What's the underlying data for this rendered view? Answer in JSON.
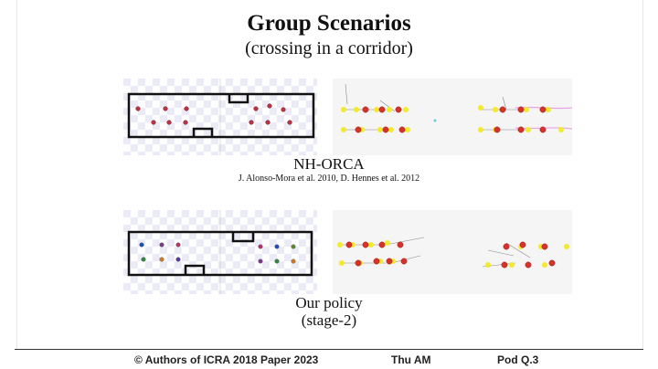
{
  "slide": {
    "title": "Group Scenarios",
    "subtitle": "(crossing in a corridor)",
    "caption_top": "NH-ORCA",
    "citation": "J. Alonso-Mora et al. 2010, D. Hennes et al. 2012",
    "caption_bottom_line1": "Our policy",
    "caption_bottom_line2": "(stage-2)"
  },
  "footer": {
    "copyright": "© Authors of ICRA 2018 Paper 2023",
    "session": "Thu AM",
    "pod": "Pod Q.3"
  },
  "colors": {
    "agent_red": "#d8312a",
    "agent_yellow": "#f2ea2a",
    "checker": "#e9e9f6",
    "wall": "#111111"
  }
}
